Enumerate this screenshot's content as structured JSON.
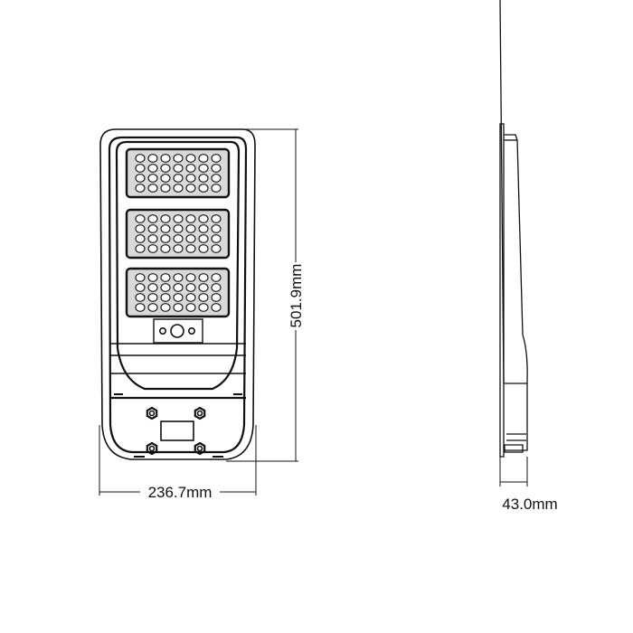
{
  "dimensions": {
    "height_label": "501.9mm",
    "width_label": "236.7mm",
    "depth_label": "43.0mm"
  },
  "led_panels": {
    "count": 3,
    "rows": 4,
    "columns": 7
  },
  "colors": {
    "line": "#111111",
    "background": "#ffffff",
    "panel_fill": "#d9d9d9"
  }
}
